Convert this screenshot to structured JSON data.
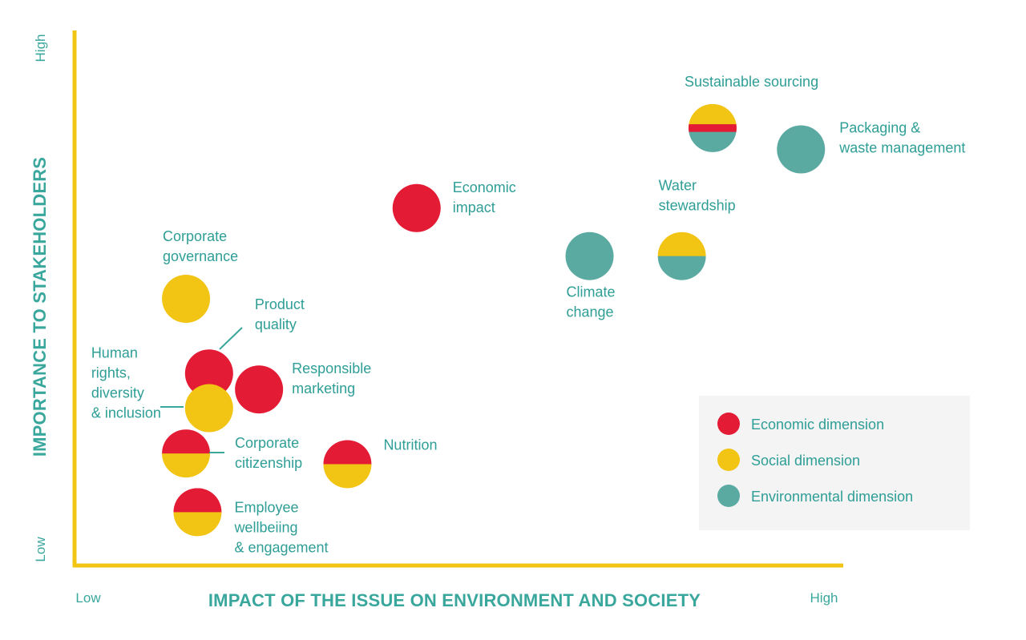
{
  "colors": {
    "economic": "#e31b35",
    "social": "#f2c414",
    "environmental": "#5aaaa2",
    "axis": "#f2c414",
    "text": "#2e9e96",
    "legend_bg": "#f4f4f4"
  },
  "chart_data": {
    "type": "scatter",
    "xlabel": "IMPACT OF THE ISSUE ON ENVIRONMENT AND SOCIETY",
    "ylabel": "IMPORTANCE TO STAKEHOLDERS",
    "x_ticks": [
      "Low",
      "High"
    ],
    "y_ticks": [
      "Low",
      "High"
    ],
    "xlim": [
      0,
      100
    ],
    "ylim": [
      0,
      100
    ],
    "grid": false,
    "legend_position": "bottom-right",
    "legend": [
      {
        "key": "economic",
        "label": "Economic dimension"
      },
      {
        "key": "social",
        "label": "Social dimension"
      },
      {
        "key": "environmental",
        "label": "Environmental dimension"
      }
    ],
    "points": [
      {
        "label": [
          "Sustainable sourcing"
        ],
        "x": 83,
        "y": 82,
        "dimensions": [
          "social",
          "economic",
          "environmental"
        ]
      },
      {
        "label": [
          "Packaging &",
          "waste management"
        ],
        "x": 94.5,
        "y": 78,
        "dimensions": [
          "environmental"
        ]
      },
      {
        "label": [
          "Economic",
          "impact"
        ],
        "x": 44.5,
        "y": 67,
        "dimensions": [
          "economic"
        ]
      },
      {
        "label": [
          "Water",
          "stewardship"
        ],
        "x": 79,
        "y": 58,
        "dimensions": [
          "social",
          "environmental"
        ]
      },
      {
        "label": [
          "Climate",
          "change"
        ],
        "x": 67,
        "y": 58,
        "dimensions": [
          "environmental"
        ]
      },
      {
        "label": [
          "Corporate",
          "governance"
        ],
        "x": 14.5,
        "y": 50,
        "dimensions": [
          "social"
        ]
      },
      {
        "label": [
          "Product",
          "quality"
        ],
        "x": 17.5,
        "y": 36,
        "dimensions": [
          "economic"
        ]
      },
      {
        "label": [
          "Responsible",
          "marketing"
        ],
        "x": 24,
        "y": 33,
        "dimensions": [
          "economic"
        ]
      },
      {
        "label": [
          "Human",
          "rights,",
          "diversity",
          "& inclusion"
        ],
        "x": 17.5,
        "y": 29.5,
        "dimensions": [
          "social"
        ]
      },
      {
        "label": [
          "Corporate",
          "citizenship"
        ],
        "x": 14.5,
        "y": 21,
        "dimensions": [
          "economic",
          "social"
        ]
      },
      {
        "label": [
          "Nutrition"
        ],
        "x": 35.5,
        "y": 19,
        "dimensions": [
          "economic",
          "social"
        ]
      },
      {
        "label": [
          "Employee",
          "wellbeiing",
          "& engagement"
        ],
        "x": 16,
        "y": 10,
        "dimensions": [
          "economic",
          "social"
        ]
      }
    ]
  }
}
